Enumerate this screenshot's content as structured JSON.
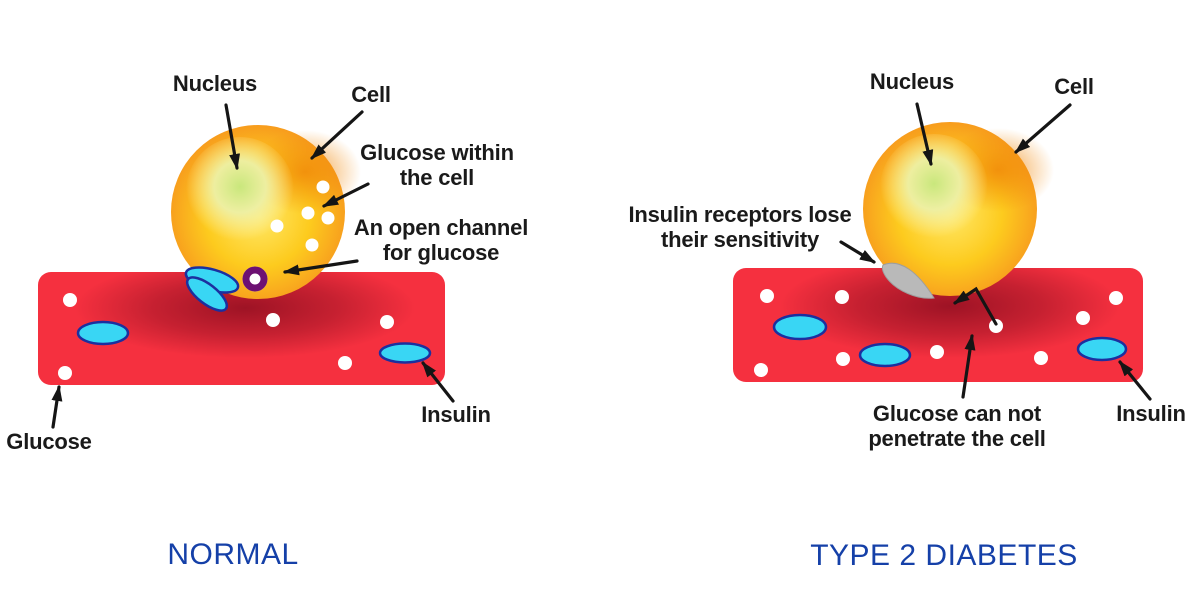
{
  "panels": {
    "normal": {
      "caption": "NORMAL",
      "labels": {
        "nucleus": "Nucleus",
        "cell": "Cell",
        "glucose_within": "Glucose within\nthe cell",
        "open_channel": "An open channel\nfor glucose",
        "glucose": "Glucose",
        "insulin": "Insulin"
      }
    },
    "type2": {
      "caption": "TYPE 2 DIABETES",
      "labels": {
        "nucleus": "Nucleus",
        "cell": "Cell",
        "receptors": "Insulin receptors lose\ntheir sensitivity",
        "glucose_blocked": "Glucose can not\npenetrate the cell",
        "insulin": "Insulin"
      }
    }
  },
  "colors": {
    "background": "#ffffff",
    "label_text": "#1a1a1a",
    "caption_blue": "#1540a8",
    "arrow_black": "#151515",
    "cell_core": "#ffe96a",
    "cell_mid": "#fdcb1e",
    "cell_rim": "#f6911d",
    "cell_patch": "#f08708",
    "nucleus_core": "#c9e77c",
    "nucleus_mid": "#edf0a6",
    "vessel_red": "#f5303f",
    "vessel_shadow": "#8e0e20",
    "glucose_white": "#ffffff",
    "insulin_cyan": "#39d6f4",
    "insulin_outline": "#1c2f9f",
    "channel_purple": "#6d1173",
    "receptor_gray": "#b9b9b9"
  }
}
